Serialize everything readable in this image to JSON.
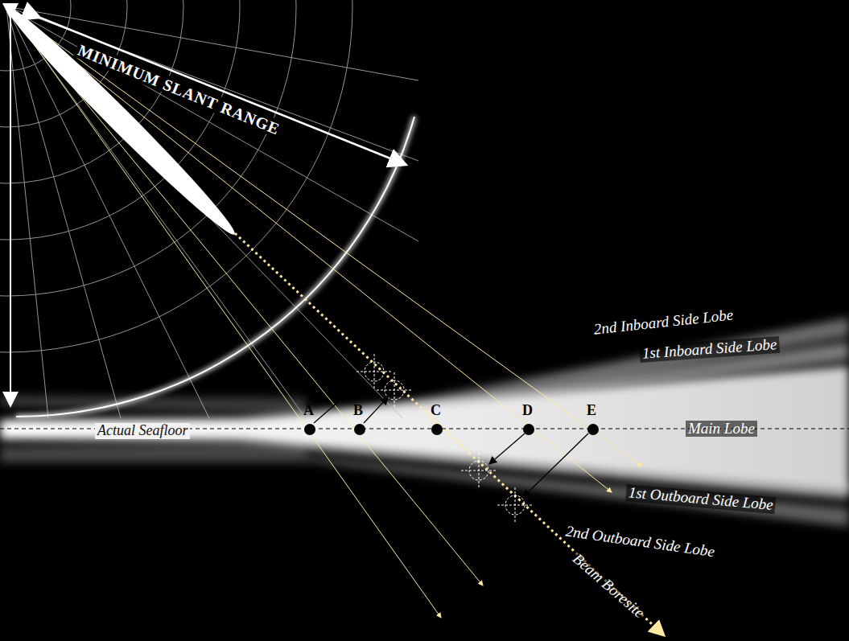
{
  "diagram": {
    "labels": [
      "MINIMUM SLANT RANGE",
      "2nd Inboard Side Lobe",
      "1st Inboard Side Lobe",
      "Actual Seafloor",
      "A",
      "B",
      "C",
      "D",
      "E",
      "Main Lobe",
      "1st Outboard Side Lobe",
      "2nd Outboard Side Lobe",
      "Beam Boresite"
    ]
  }
}
